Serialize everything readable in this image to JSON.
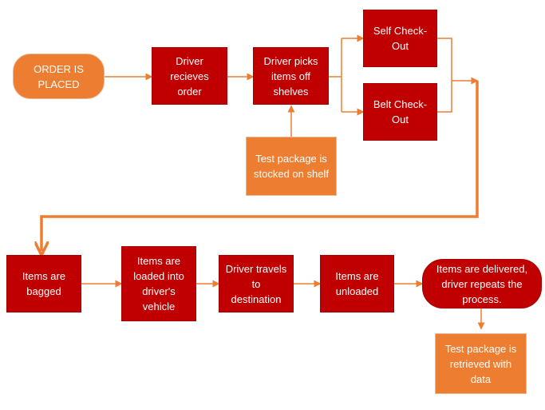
{
  "nodes": {
    "order_placed": "ORDER IS\nPLACED",
    "driver_receives": "Driver\nrecieves\norder",
    "driver_picks": "Driver picks\nitems off\nshelves",
    "self_checkout": "Self Check-\nOut",
    "belt_checkout": "Belt Check-\nOut",
    "test_stocked": "Test package is\nstocked on shelf",
    "items_bagged": "Items are\nbagged",
    "items_loaded": "Items are\nloaded into\ndriver's\nvehicle",
    "driver_travels": "Driver travels\nto\ndestination",
    "items_unloaded": "Items are\nunloaded",
    "items_delivered": "Items are delivered,\ndriver repeats the\nprocess.",
    "test_retrieved": "Test package is\nretrieved with\ndata"
  },
  "colors": {
    "process": "#c00000",
    "test_step": "#ed7d31",
    "connector": "#ed7d31"
  }
}
